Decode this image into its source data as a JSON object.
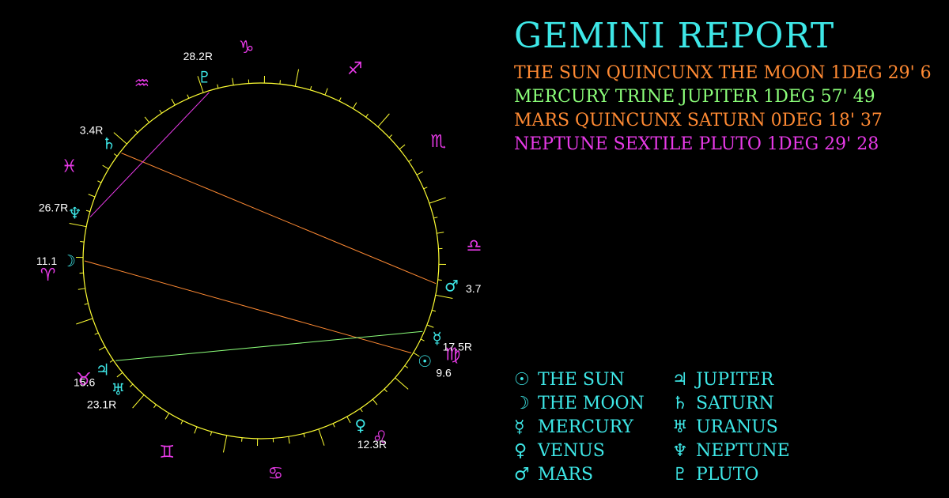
{
  "title": "GEMINI REPORT",
  "colors": {
    "background": "#000000",
    "wheel": "#ffff33",
    "planet": "#3ee7e7",
    "sign": "#e83ae8",
    "quincunx": "#ff8a33",
    "trine": "#8cff7a",
    "sextile": "#e83ae8"
  },
  "aspects": [
    {
      "text": "THE SUN QUINCUNX THE MOON 1DEG 29' 6",
      "color": "#ff8a33"
    },
    {
      "text": "MERCURY TRINE JUPITER 1DEG 57' 49",
      "color": "#8cff7a"
    },
    {
      "text": "MARS QUINCUNX SATURN 0DEG 18' 37",
      "color": "#ff8a33"
    },
    {
      "text": "NEPTUNE SEXTILE PLUTO 1DEG 29' 28",
      "color": "#e83ae8"
    }
  ],
  "wheel": {
    "ascendant_longitude": 11.1,
    "signs": [
      {
        "name": "aries-icon",
        "glyph": "♈",
        "start": 0
      },
      {
        "name": "taurus-icon",
        "glyph": "♉",
        "start": 30
      },
      {
        "name": "gemini-icon",
        "glyph": "♊",
        "start": 60
      },
      {
        "name": "cancer-icon",
        "glyph": "♋",
        "start": 90
      },
      {
        "name": "leo-icon",
        "glyph": "♌",
        "start": 120
      },
      {
        "name": "virgo-icon",
        "glyph": "♍",
        "start": 150
      },
      {
        "name": "libra-icon",
        "glyph": "♎",
        "start": 180
      },
      {
        "name": "scorpio-icon",
        "glyph": "♏",
        "start": 210
      },
      {
        "name": "sagittarius-icon",
        "glyph": "♐",
        "start": 240
      },
      {
        "name": "capricorn-icon",
        "glyph": "♑",
        "start": 270
      },
      {
        "name": "aquarius-icon",
        "glyph": "♒",
        "start": 300
      },
      {
        "name": "pisces-icon",
        "glyph": "♓",
        "start": 330
      }
    ],
    "planets": [
      {
        "id": "sun",
        "name": "sun-icon",
        "glyph": "☉",
        "longitude": 159.6,
        "label": "9.6"
      },
      {
        "id": "moon",
        "name": "moon-icon",
        "glyph": "☽",
        "longitude": 11.1,
        "label": "11.1"
      },
      {
        "id": "mercury",
        "name": "mercury-icon",
        "glyph": "☿",
        "longitude": 167.5,
        "label": "17.5R"
      },
      {
        "id": "venus",
        "name": "venus-icon",
        "glyph": "♀",
        "longitude": 132.3,
        "label": "12.3R"
      },
      {
        "id": "mars",
        "name": "mars-icon",
        "glyph": "♂",
        "longitude": 183.7,
        "label": "3.7"
      },
      {
        "id": "jupiter",
        "name": "jupiter-icon",
        "glyph": "♃",
        "longitude": 45.6,
        "label": "15.6"
      },
      {
        "id": "saturn",
        "name": "saturn-icon",
        "glyph": "♄",
        "longitude": 333.4,
        "label": "3.4R"
      },
      {
        "id": "uranus",
        "name": "uranus-icon",
        "glyph": "♅",
        "longitude": 53.1,
        "label": "23.1R"
      },
      {
        "id": "neptune",
        "name": "neptune-icon",
        "glyph": "♆",
        "longitude": 356.7,
        "label": "26.7R"
      },
      {
        "id": "pluto",
        "name": "pluto-icon",
        "glyph": "♇",
        "longitude": 298.2,
        "label": "28.2R"
      }
    ],
    "aspect_lines": [
      {
        "from": "sun",
        "to": "moon",
        "color": "#ff8a33"
      },
      {
        "from": "mercury",
        "to": "jupiter",
        "color": "#8cff7a"
      },
      {
        "from": "mars",
        "to": "saturn",
        "color": "#ff8a33"
      },
      {
        "from": "neptune",
        "to": "pluto",
        "color": "#e83ae8"
      }
    ]
  },
  "legend": [
    {
      "name": "legend-sun",
      "glyph": "☉",
      "label": "THE SUN"
    },
    {
      "name": "legend-moon",
      "glyph": "☽",
      "label": "THE MOON"
    },
    {
      "name": "legend-mercury",
      "glyph": "☿",
      "label": "MERCURY"
    },
    {
      "name": "legend-venus",
      "glyph": "♀",
      "label": "VENUS"
    },
    {
      "name": "legend-mars",
      "glyph": "♂",
      "label": "MARS"
    },
    {
      "name": "legend-jupiter",
      "glyph": "♃",
      "label": "JUPITER"
    },
    {
      "name": "legend-saturn",
      "glyph": "♄",
      "label": "SATURN"
    },
    {
      "name": "legend-uranus",
      "glyph": "♅",
      "label": "URANUS"
    },
    {
      "name": "legend-neptune",
      "glyph": "♆",
      "label": "NEPTUNE"
    },
    {
      "name": "legend-pluto",
      "glyph": "♇",
      "label": "PLUTO"
    }
  ]
}
